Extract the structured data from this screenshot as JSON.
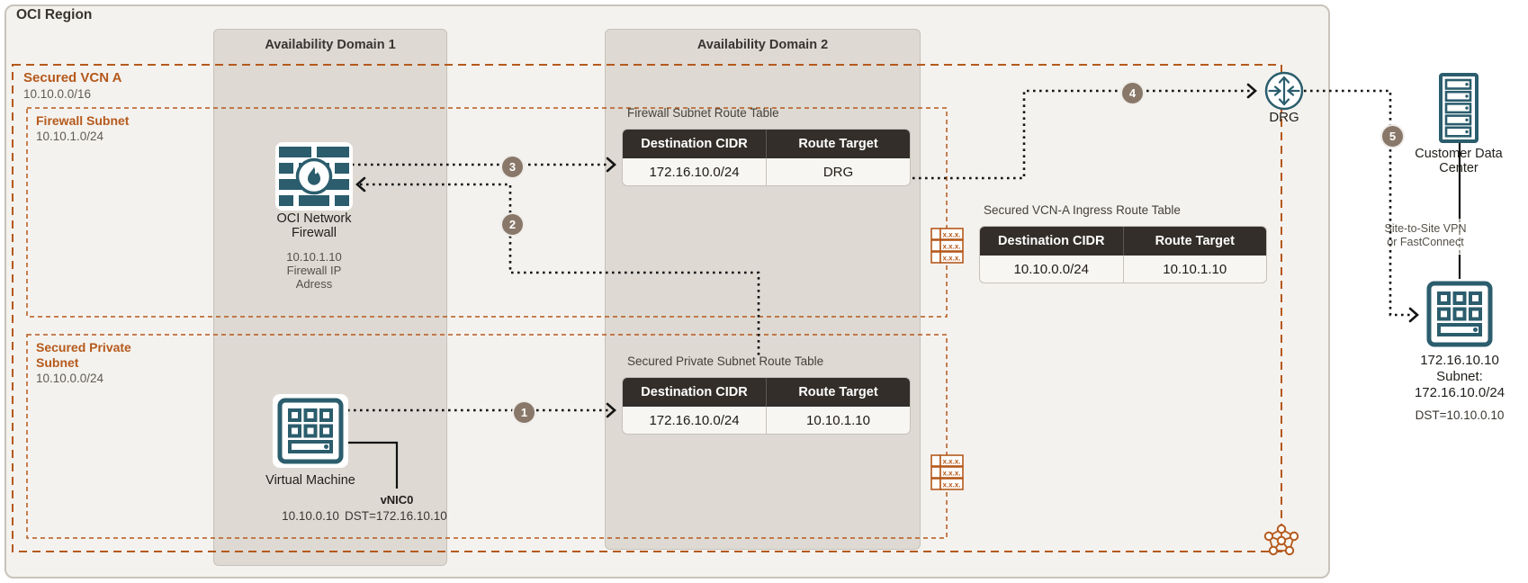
{
  "region": {
    "title": "OCI Region"
  },
  "availability_domains": [
    {
      "label": "Availability Domain 1"
    },
    {
      "label": "Availability Domain 2"
    }
  ],
  "vcn": {
    "name": "Secured VCN A",
    "cidr": "10.10.0.0/16"
  },
  "subnets": [
    {
      "name": "Firewall Subnet",
      "cidr": "10.10.1.0/24"
    },
    {
      "name": "Secured Private Subnet",
      "cidr": "10.10.0.0/24"
    }
  ],
  "firewall": {
    "label": "OCI Network Firewall",
    "caption": "10.10.1.10\nFirewall IP\nAdress"
  },
  "vm": {
    "label": "Virtual Machine",
    "ip": "10.10.0.10",
    "vnic": "vNIC0",
    "dst": "DST=172.16.10.10"
  },
  "drg": {
    "label": "DRG"
  },
  "customer_dc": {
    "label": "Customer Data Center"
  },
  "vpn": {
    "label": "Site-to-Site VPN\nor FastConnect"
  },
  "remote_subnet": {
    "caption": "172.16.10.10\nSubnet:\n172.16.10.0/24",
    "dst": "DST=10.10.0.10"
  },
  "route_tables": [
    {
      "title": "Firewall Subnet Route Table",
      "headers": [
        "Destination CIDR",
        "Route Target"
      ],
      "row": [
        "172.16.10.0/24",
        "DRG"
      ]
    },
    {
      "title": "Secured VCN-A Ingress Route Table",
      "headers": [
        "Destination CIDR",
        "Route Target"
      ],
      "row": [
        "10.10.0.0/24",
        "10.10.1.10"
      ]
    },
    {
      "title": "Secured Private Subnet Route Table",
      "headers": [
        "Destination CIDR",
        "Route Target"
      ],
      "row": [
        "172.16.10.0/24",
        "10.10.1.10"
      ]
    }
  ],
  "steps": [
    "1",
    "2",
    "3",
    "4",
    "5"
  ],
  "route_table_icon": {
    "label": "x.x.x."
  },
  "colors": {
    "accent_orange": "#b5591c",
    "icon_teal": "#2b5d6d",
    "table_header_bg": "#332e29",
    "step_badge": "#897869"
  }
}
